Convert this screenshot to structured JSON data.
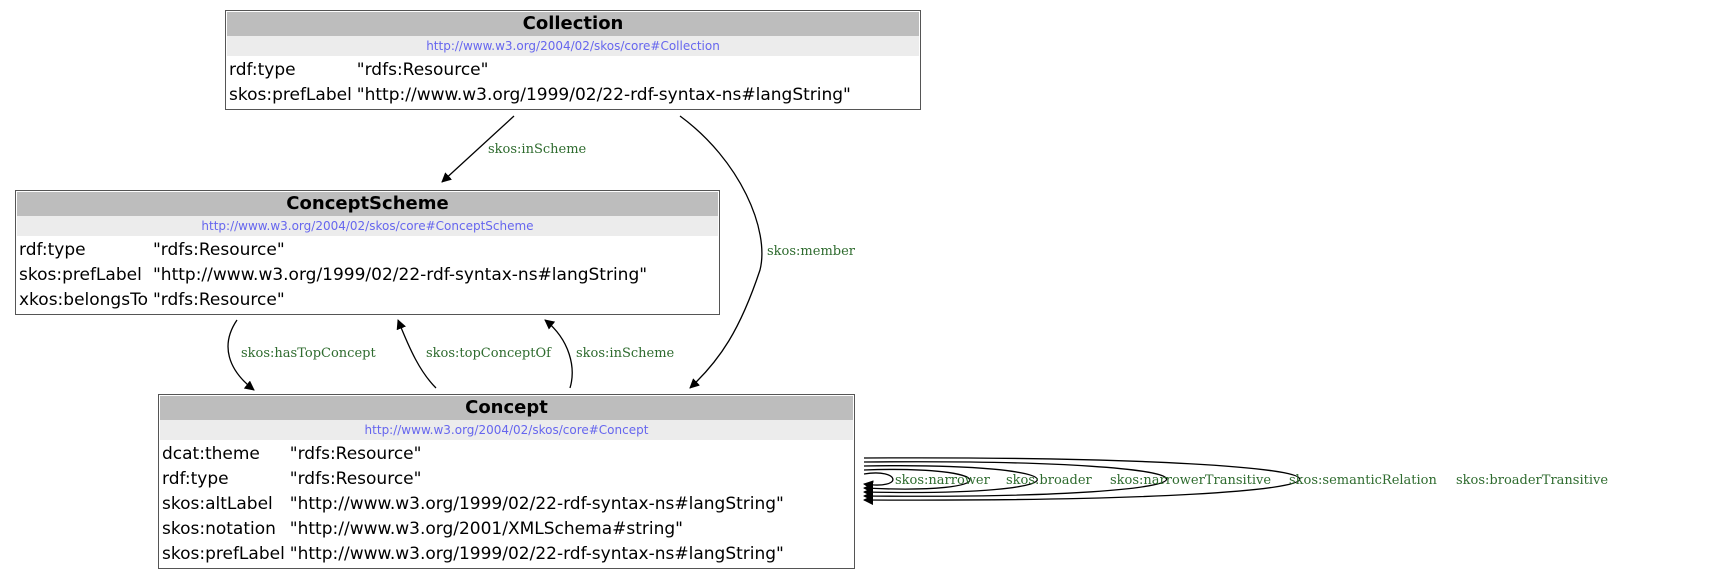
{
  "nodes": {
    "collection": {
      "title": "Collection",
      "uri": "http://www.w3.org/2004/02/skos/core#Collection",
      "props": [
        {
          "key": "rdf:type",
          "value": "\"rdfs:Resource\""
        },
        {
          "key": "skos:prefLabel",
          "value": "\"http://www.w3.org/1999/02/22-rdf-syntax-ns#langString\""
        }
      ]
    },
    "concept_scheme": {
      "title": "ConceptScheme",
      "uri": "http://www.w3.org/2004/02/skos/core#ConceptScheme",
      "props": [
        {
          "key": "rdf:type",
          "value": "\"rdfs:Resource\""
        },
        {
          "key": "skos:prefLabel",
          "value": "\"http://www.w3.org/1999/02/22-rdf-syntax-ns#langString\""
        },
        {
          "key": "xkos:belongsTo",
          "value": "\"rdfs:Resource\""
        }
      ]
    },
    "concept": {
      "title": "Concept",
      "uri": "http://www.w3.org/2004/02/skos/core#Concept",
      "props": [
        {
          "key": "dcat:theme",
          "value": "\"rdfs:Resource\""
        },
        {
          "key": "rdf:type",
          "value": "\"rdfs:Resource\""
        },
        {
          "key": "skos:altLabel",
          "value": "\"http://www.w3.org/1999/02/22-rdf-syntax-ns#langString\""
        },
        {
          "key": "skos:notation",
          "value": "\"http://www.w3.org/2001/XMLSchema#string\""
        },
        {
          "key": "skos:prefLabel",
          "value": "\"http://www.w3.org/1999/02/22-rdf-syntax-ns#langString\""
        }
      ]
    }
  },
  "edges": {
    "collection_inscheme": "skos:inScheme",
    "collection_member": "skos:member",
    "has_top_concept": "skos:hasTopConcept",
    "top_concept_of": "skos:topConceptOf",
    "concept_inscheme": "skos:inScheme",
    "narrower": "skos:narrower",
    "broader": "skos:broader",
    "narrower_transitive": "skos:narrowerTransitive",
    "semantic_relation": "skos:semanticRelation",
    "broader_transitive": "skos:broaderTransitive"
  },
  "colors": {
    "header_bg": "#bdbdbd",
    "uri_bg": "#ececec",
    "uri_text": "#6666ee",
    "edge_label": "#2e6b2e",
    "edge_line": "#000000"
  }
}
